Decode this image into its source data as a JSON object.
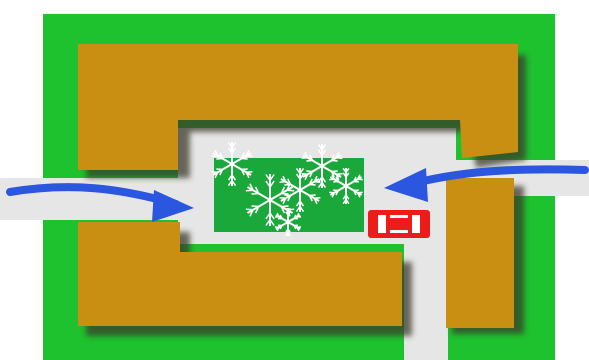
{
  "colors": {
    "background": "#ffffff",
    "grass": "#1ec22f",
    "building": "#c98f12",
    "shadow": "#3a3a2a",
    "road": "#e6e6e6",
    "park": "#1aa83a",
    "tree": "#ffffff",
    "arrow": "#2a56e0",
    "car": "#ee1b1b",
    "car_window": "#ffffff"
  },
  "icons": [
    "tree-icon",
    "car-icon",
    "arrow-icon"
  ],
  "arrows": [
    {
      "name": "left-arrow",
      "direction": "east"
    },
    {
      "name": "right-arrow",
      "direction": "west"
    }
  ],
  "trees_count": 6
}
